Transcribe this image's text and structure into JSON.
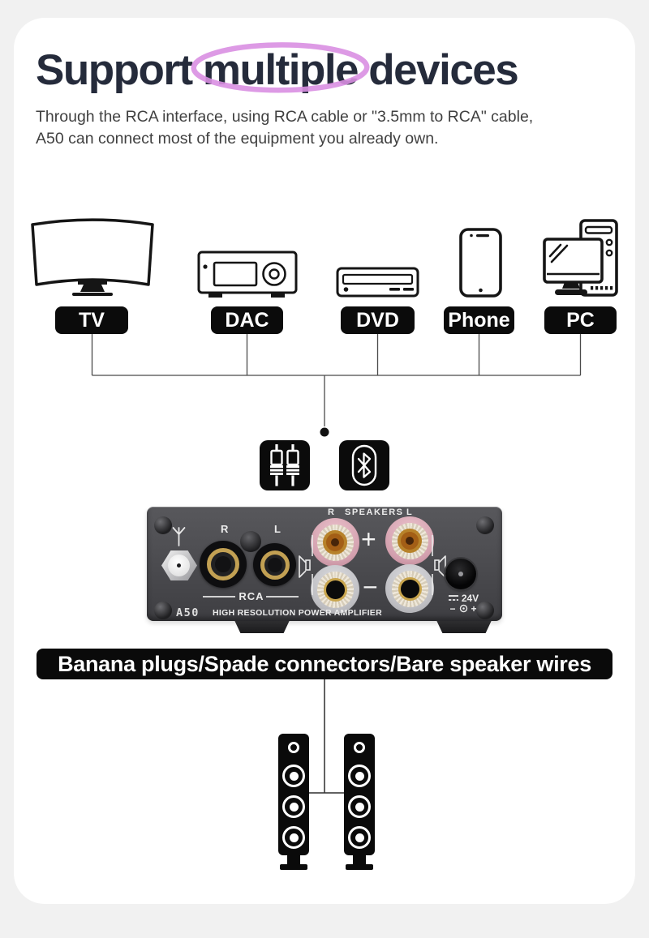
{
  "header": {
    "title_pre": "Support ",
    "title_highlight": "multiple",
    "title_post": " devices",
    "subtitle_line1": "Through the RCA interface, using RCA cable or \"3.5mm to RCA\" cable,",
    "subtitle_line2": "A50 can connect most of the equipment you already own."
  },
  "colors": {
    "page_bg": "#f1f1f1",
    "card_bg": "#ffffff",
    "title_text": "#252b3b",
    "highlight_ellipse": "#d98fe2",
    "label_bg": "#0b0b0b",
    "label_text": "#ffffff",
    "connector_line": "#4a4a4a",
    "amp_panel": "#4a4a4e",
    "banner_bg": "#0a0a0a",
    "post_positive_ring": "#d9aab6",
    "post_negative_ring": "#c6c6ca"
  },
  "devices": [
    {
      "label": "TV"
    },
    {
      "label": "DAC"
    },
    {
      "label": "DVD"
    },
    {
      "label": "Phone"
    },
    {
      "label": "PC"
    }
  ],
  "amplifier": {
    "rca_channel_right": "R",
    "rca_channel_left": "L",
    "rca_group_label": "RCA",
    "speaker_right": "R",
    "speaker_group_label": "SPEAKERS",
    "speaker_left": "L",
    "positive": "+",
    "negative": "−",
    "power_voltage": "24V",
    "polarity_negative": "−",
    "polarity_positive": "+",
    "model": "A50",
    "tagline": "HIGH RESOLUTION POWER AMPLIFIER"
  },
  "banner": {
    "text": "Banana plugs/Spade connectors/Bare speaker wires"
  }
}
